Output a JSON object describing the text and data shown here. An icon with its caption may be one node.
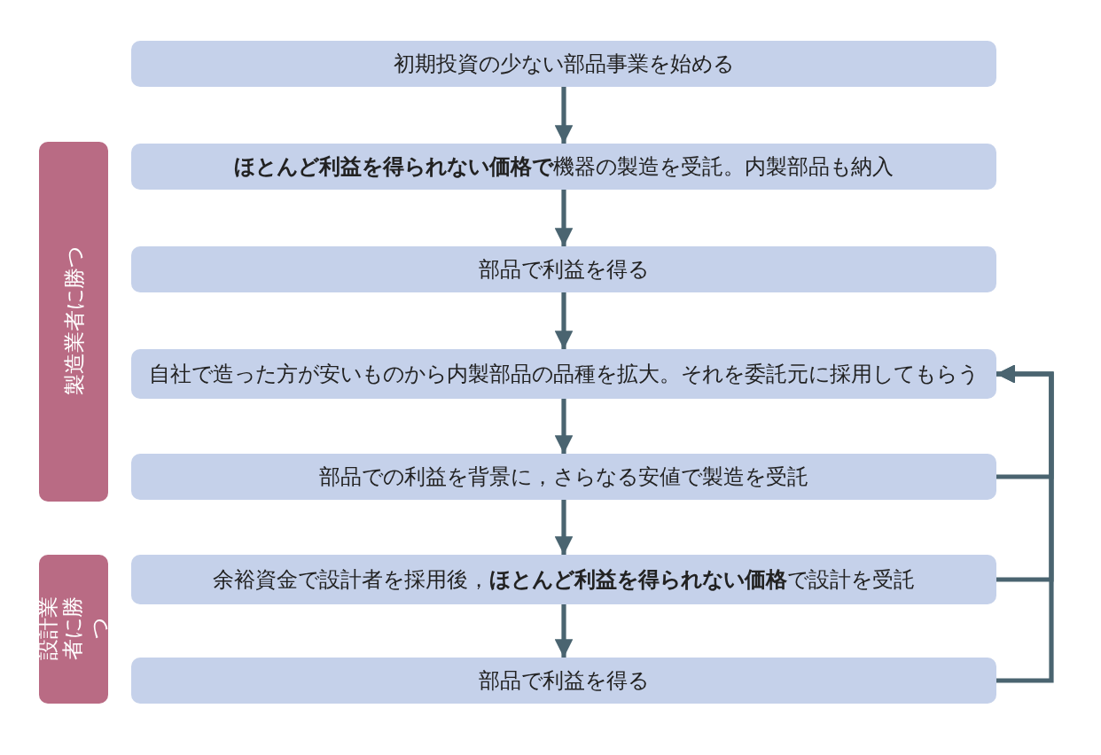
{
  "diagram": {
    "nodes": [
      {
        "text": [
          "初期投資の少ない部品事業を始める"
        ]
      },
      {
        "text": [
          "**ほとんど利益を得られない価格で**機器の製造を受託。内製部品も納入"
        ]
      },
      {
        "text": [
          "部品で利益を得る"
        ]
      },
      {
        "text": [
          "自社で造った方が安いものから内製部品の品種を拡大。それを委託元に採用してもらう"
        ]
      },
      {
        "text": [
          "部品での利益を背景に，さらなる安値で製造を受託"
        ]
      },
      {
        "text": [
          "余裕資金で設計者を採用後，**ほとんど利益を得られない価格**で設計を受託"
        ]
      },
      {
        "text": [
          "部品で利益を得る"
        ]
      },
      {
        "text": [
          "製造業者に勝つ"
        ]
      },
      {
        "text": [
          "設計業者に勝つ"
        ]
      }
    ],
    "edges": [
      {
        "from": 0,
        "to": 1,
        "arrow": "to"
      },
      {
        "from": 1,
        "to": 2,
        "arrow": "to"
      },
      {
        "from": 2,
        "to": 3,
        "arrow": "to"
      },
      {
        "from": 3,
        "to": 4,
        "arrow": "to"
      },
      {
        "from": 4,
        "to": 5,
        "arrow": "to"
      },
      {
        "from": 5,
        "to": 6,
        "arrow": "to"
      },
      {
        "from": 4,
        "to": 3,
        "arrow": "to"
      },
      {
        "from": 5,
        "to": 3,
        "arrow": "to"
      },
      {
        "from": 6,
        "to": 3,
        "arrow": "to"
      }
    ]
  }
}
